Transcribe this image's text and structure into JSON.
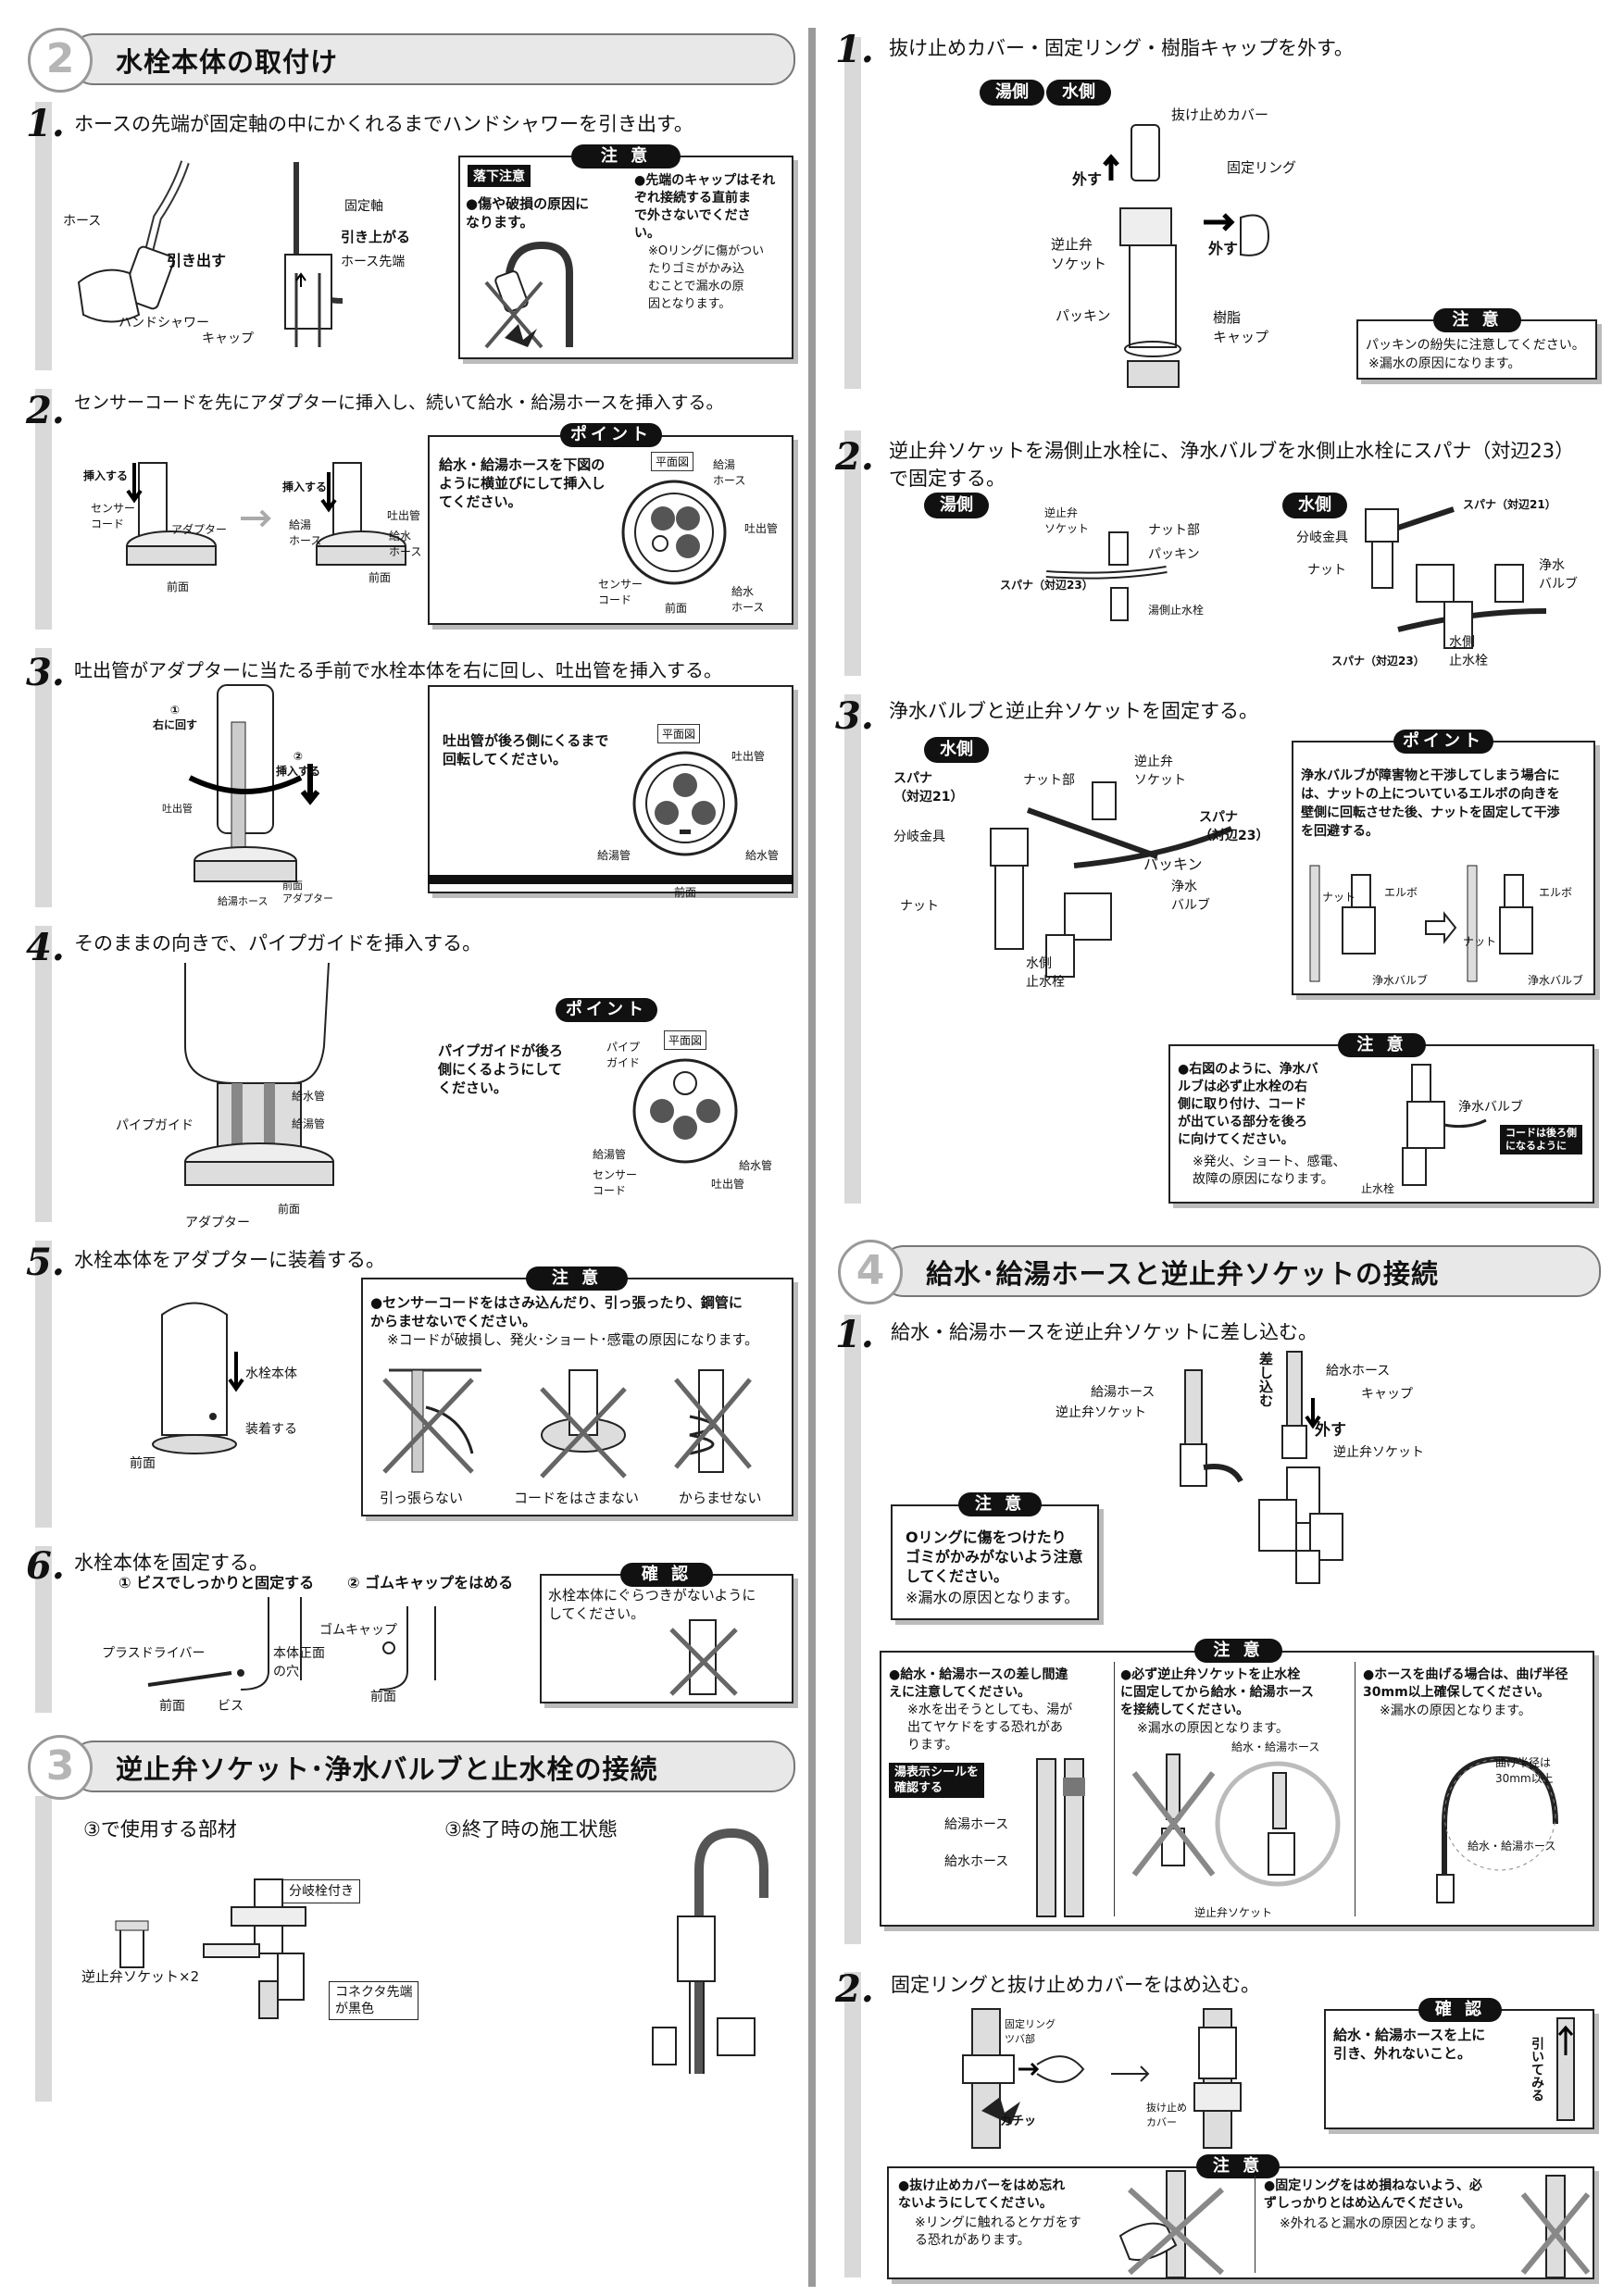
{
  "sections": {
    "s2": {
      "num": "2",
      "title": "水栓本体の取付け"
    },
    "s3": {
      "num": "3",
      "title": "逆止弁ソケット･浄水バルブと止水栓の接続"
    },
    "s4": {
      "num": "4",
      "title": "給水･給湯ホースと逆止弁ソケットの接続"
    }
  },
  "s2": {
    "step1": {
      "num": "1.",
      "text": "ホースの先端が固定軸の中にかくれるまでハンドシャワーを引き出す。",
      "labels": {
        "hose": "ホース",
        "pull": "引き出す",
        "handshower": "ハンドシャワー",
        "cap": "キャップ",
        "shaft": "固定軸",
        "lift": "引き上がる",
        "hose_tip": "ホース先端"
      },
      "caution": {
        "title": "注 意",
        "drop": "落下注意",
        "left": "●傷や破損の原因に\nなります。",
        "right_bold": "●先端のキャップはそれ\nぞれ接続する直前ま\nで外さないでくださ\nい。",
        "right_note": "※Oリングに傷がつい\nたりゴミがかみ込\nむことで漏水の原\n因となります。"
      }
    },
    "step2": {
      "num": "2.",
      "text": "センサーコードを先にアダプターに挿入し、続いて給水・給湯ホースを挿入する。",
      "labels": {
        "insert": "挿入する",
        "sensor": "センサー\nコード",
        "adapter": "アダプター",
        "front": "前面",
        "insert2": "挿入する",
        "hoses": "給湯\nホース",
        "spout": "吐出管",
        "water": "給水\nホース",
        "front2": "前面"
      },
      "point": {
        "title": "ポイント",
        "text": "給水・給湯ホースを下図の\nように横並びにして挿入し\nてください。",
        "plan": "平面図",
        "plan_labels": {
          "hot": "給湯\nホース",
          "spout": "吐出管",
          "sensor": "センサー\nコード",
          "cold": "給水\nホース",
          "front": "前面"
        }
      }
    },
    "step3": {
      "num": "3.",
      "text": "吐出管がアダプターに当たる手前で水栓本体を右に回し、吐出管を挿入する。",
      "labels": {
        "rot": "①\n右に回す",
        "ins": "②\n挿入する",
        "spout": "吐出管",
        "hose": "給湯ホース",
        "front": "前面",
        "adapter": "アダプター"
      },
      "box_text": "吐出管が後ろ側にくるまで\n回転してください。",
      "plan": "平面図",
      "plan_labels": {
        "spout": "吐出管",
        "hot": "給湯管",
        "cold": "給水管",
        "front": "前面"
      }
    },
    "step4": {
      "num": "4.",
      "text": "そのままの向きで、パイプガイドを挿入する。",
      "labels": {
        "guide": "パイプガイド",
        "cold": "給水管",
        "hot": "給湯管",
        "adapter": "アダプター",
        "front": "前面"
      },
      "point": {
        "title": "ポイント",
        "text": "パイプガイドが後ろ\n側にくるようにして\nください。",
        "plan": "平面図",
        "plan_labels": {
          "guide": "パイプ\nガイド",
          "hot": "給湯管",
          "sensor": "センサー\nコード",
          "cold": "給水管",
          "spout": "吐出管"
        }
      }
    },
    "step5": {
      "num": "5.",
      "text": "水栓本体をアダプターに装着する。",
      "labels": {
        "body": "水栓本体",
        "attach": "装着する",
        "front": "前面"
      },
      "caution": {
        "title": "注 意",
        "bold": "●センサーコードをはさみ込んだり、引っ張ったり、鋼管に\nからませないでください。",
        "note": "※コードが破損し、発火･ショート･感電の原因になります。",
        "captions": [
          "引っ張らない",
          "コードをはさまない",
          "からませない"
        ]
      }
    },
    "step6": {
      "num": "6.",
      "text": "水栓本体を固定する。",
      "sub1": "① ビスでしっかりと固定する",
      "sub2": "② ゴムキャップをはめる",
      "labels": {
        "driver": "プラスドライバー",
        "hole": "本体正面\nの穴",
        "front": "前面",
        "screw": "ビス",
        "cap": "ゴムキャップ",
        "front2": "前面"
      },
      "confirm": {
        "title": "確 認",
        "text": "水栓本体にぐらつきがないように\nしてください。"
      }
    }
  },
  "s3": {
    "parts_title": "③で使用する部材",
    "done_title": "③終了時の施工状態",
    "labels": {
      "branch": "分岐栓付き",
      "socket": "逆止弁ソケット×2",
      "connector": "コネクタ先端\nが黒色"
    },
    "step1": {
      "num": "1.",
      "text": "抜け止めカバー・固定リング・樹脂キャップを外す。",
      "tags": [
        "湯側",
        "・",
        "水側"
      ],
      "labels": {
        "cover": "抜け止めカバー",
        "remove": "外す",
        "ring": "固定リング",
        "remove2": "外す",
        "socket": "逆止弁\nソケット",
        "packing": "パッキン",
        "cap": "樹脂\nキャップ"
      },
      "caution": {
        "title": "注 意",
        "text": "パッキンの紛失に注意してください。",
        "note": "※漏水の原因になります。"
      }
    },
    "step2": {
      "num": "2.",
      "text": "逆止弁ソケットを湯側止水栓に、浄水バルブを水側止水栓にスパナ（対辺23）\nで固定する。",
      "hot": "湯側",
      "cold": "水側",
      "labels": {
        "socket": "逆止弁\nソケット",
        "nut": "ナット部",
        "packing": "パッキン",
        "spanner": "スパナ（対辺23）",
        "valve": "湯側止水栓",
        "branch": "分岐金具",
        "nut2": "ナット",
        "spanner21": "スパナ（対辺21）",
        "purify": "浄水\nバルブ",
        "spanner23": "スパナ（対辺23）",
        "stop": "水側\n止水栓"
      }
    },
    "step3": {
      "num": "3.",
      "text": "浄水バルブと逆止弁ソケットを固定する。",
      "cold": "水側",
      "labels": {
        "spanner21": "スパナ\n（対辺21）",
        "nut": "ナット部",
        "socket": "逆止弁\nソケット",
        "spanner23": "スパナ\n（対辺23）",
        "branch": "分岐金具",
        "packing": "パッキン",
        "nut2": "ナット",
        "purify": "浄水\nバルブ",
        "stop": "水側\n止水栓"
      },
      "point": {
        "title": "ポイント",
        "text": "浄水バルブが障害物と干渉してしまう場合に\nは、ナットの上についているエルボの向きを\n壁側に回転させた後、ナットを固定して干渉\nを回避する。",
        "labels": {
          "nut": "ナット",
          "elbow": "エルボ",
          "valve": "浄水バルブ",
          "nut2": "ナット",
          "elbow2": "エルボ",
          "valve2": "浄水バルブ"
        }
      },
      "caution": {
        "title": "注 意",
        "bold": "●右図のように、浄水バ\nルブは必ず止水栓の右\n側に取り付け、コード\nが出ている部分を後ろ\nに向けてください。",
        "note": "※発火、ショート、感電、\n故障の原因になります。",
        "labels": {
          "valve": "浄水バルブ",
          "code": "コードは後ろ側\nになるように",
          "stop": "止水栓"
        }
      }
    }
  },
  "s4": {
    "step1": {
      "num": "1.",
      "text": "給水・給湯ホースを逆止弁ソケットに差し込む。",
      "labels": {
        "hot": "給湯ホース",
        "socket": "逆止弁ソケット",
        "insert": "差し込む",
        "cold": "給水ホース",
        "cap": "キャップ",
        "remove": "外す",
        "socket2": "逆止弁ソケット"
      },
      "caution_small": {
        "title": "注 意",
        "text": "Oリングに傷をつけたり\nゴミがかみがないよう注意\nしてください。",
        "note": "※漏水の原因となります。"
      },
      "caution": {
        "title": "注 意",
        "c1_bold": "●給水・給湯ホースの差し間違\nえに注意してください。",
        "c1_note": "※水を出そうとしても、湯が\n出てヤケドをする恐れがあ\nります。",
        "c1_tag": "湯表示シールを\n確認する",
        "c1_labels": {
          "hot": "給湯ホース",
          "cold": "給水ホース"
        },
        "c2_bold": "●必ず逆止弁ソケットを止水栓\nに固定してから給水・給湯ホース\nを接続してください。",
        "c2_note": "※漏水の原因となります。",
        "c2_labels": {
          "hoses": "給水・給湯ホース",
          "socket": "逆止弁ソケット"
        },
        "c3_bold": "●ホースを曲げる場合は、曲げ半径\n30mm以上確保してください。",
        "c3_note": "※漏水の原因となります。",
        "c3_labels": {
          "radius": "曲げ半径は\n30mm以上",
          "hoses": "給水・給湯ホース"
        }
      }
    },
    "step2": {
      "num": "2.",
      "text": "固定リングと抜け止めカバーをはめ込む。",
      "labels": {
        "ring": "固定リング\nツバ部",
        "click": "カチッ",
        "cover": "抜け止め\nカバー"
      },
      "confirm": {
        "title": "確 認",
        "text": "給水・給湯ホースを上に\n引き、外れないこと。",
        "pull": "引いてみる"
      },
      "caution": {
        "title": "注 意",
        "c1_bold": "●抜け止めカバーをはめ忘れ\nないようにしてください。",
        "c1_note": "※リングに触れるとケガをす\nる恐れがあります。",
        "c2_bold": "●固定リングをはめ損ねないよう、必\nずしっかりとはめ込んでください。",
        "c2_note": "※外れると漏水の原因となります。"
      }
    }
  }
}
